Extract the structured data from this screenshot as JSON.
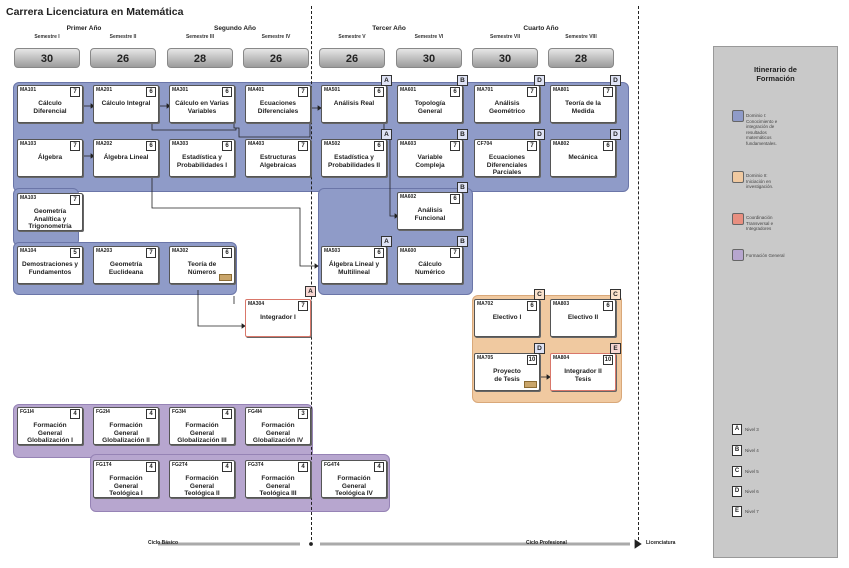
{
  "title": "Carrera Licenciatura en Matemática",
  "years": [
    "Primer Año",
    "Segundo Año",
    "Tercer Año",
    "Cuarto Año"
  ],
  "semesters": [
    "Semestre I",
    "Semestre II",
    "Semestre III",
    "Semestre IV",
    "Semestre V",
    "Semestre VI",
    "Semestre VII",
    "Semestre VIII"
  ],
  "credits": [
    "30",
    "26",
    "28",
    "26",
    "26",
    "30",
    "30",
    "28"
  ],
  "courses": [
    {
      "code": "MA101",
      "num": "7",
      "name": "Cálculo\nDiferencial"
    },
    {
      "code": "MA103",
      "num": "7",
      "name": "Álgebra"
    },
    {
      "code": "MA103",
      "num": "7",
      "name": "Geometría\nAnalítica y\nTrigonometría"
    },
    {
      "code": "MA104",
      "num": "5",
      "name": "Demostraciones y\nFundamentos"
    },
    {
      "code": "MA201",
      "num": "6",
      "name": "Cálculo Integral"
    },
    {
      "code": "MA202",
      "num": "6",
      "name": "Álgebra Lineal"
    },
    {
      "code": "MA203",
      "num": "7",
      "name": "Geometría\nEuclideana"
    },
    {
      "code": "MA301",
      "num": "6",
      "name": "Cálculo en Varias\nVariables"
    },
    {
      "code": "MA303",
      "num": "6",
      "name": "Estadística y\nProbabilidades I"
    },
    {
      "code": "MA302",
      "num": "6",
      "name": "Teoría de\nNúmeros"
    },
    {
      "code": "MA401",
      "num": "7",
      "name": "Ecuaciones\nDiferenciales"
    },
    {
      "code": "MA403",
      "num": "7",
      "name": "Estructuras\nAlgebraicas"
    },
    {
      "code": "MA304",
      "num": "7",
      "name": "Integrador I"
    },
    {
      "code": "MA501",
      "num": "6",
      "name": "Análisis Real",
      "tag": "A"
    },
    {
      "code": "MA502",
      "num": "6",
      "name": "Estadística y\nProbabilidades II",
      "tag": "A"
    },
    {
      "code": "MA503",
      "num": "6",
      "name": "Álgebra Lineal y\nMultilineal",
      "tag": "A"
    },
    {
      "code": "MA601",
      "num": "6",
      "name": "Topología\nGeneral",
      "tag": "B"
    },
    {
      "code": "MA603",
      "num": "7",
      "name": "Variable\nCompleja",
      "tag": "B"
    },
    {
      "code": "MA602",
      "num": "6",
      "name": "Análisis\nFuncional",
      "tag": "B"
    },
    {
      "code": "MA600",
      "num": "7",
      "name": "Cálculo\nNumérico",
      "tag": "B"
    },
    {
      "code": "MA701",
      "num": "7",
      "name": "Análisis\nGeométrico",
      "tag": "D"
    },
    {
      "code": "CF704",
      "num": "7",
      "name": "Ecuaciones\nDiferenciales\nParciales",
      "tag": "D"
    },
    {
      "code": "MA801",
      "num": "7",
      "name": "Teoría de la\nMedida",
      "tag": "D"
    },
    {
      "code": "MA802",
      "num": "6",
      "name": "Mecánica",
      "tag": "D"
    },
    {
      "code": "MA702",
      "num": "6",
      "name": "Electivo I",
      "tag": "C"
    },
    {
      "code": "MA803",
      "num": "6",
      "name": "Electivo II",
      "tag": "C"
    },
    {
      "code": "MA705",
      "num": "10",
      "name": "Proyecto\nde Tesis",
      "tag": "D"
    },
    {
      "code": "MA804",
      "num": "10",
      "name": "Integrador II\nTesis",
      "tag": "E"
    },
    {
      "code": "FG1I4",
      "num": "4",
      "name": "Formación\nGeneral\nGlobalización I"
    },
    {
      "code": "FG2I4",
      "num": "4",
      "name": "Formación\nGeneral\nGlobalización II"
    },
    {
      "code": "FG3I4",
      "num": "4",
      "name": "Formación\nGeneral\nGlobalización III"
    },
    {
      "code": "FG4I4",
      "num": "3",
      "name": "Formación\nGeneral\nGlobalización IV"
    },
    {
      "code": "FG1T4",
      "num": "4",
      "name": "Formación\nGeneral\nTeológica I"
    },
    {
      "code": "FG2T4",
      "num": "4",
      "name": "Formación\nGeneral\nTeológica II"
    },
    {
      "code": "FG3T4",
      "num": "4",
      "name": "Formación\nGeneral\nTeológica III"
    },
    {
      "code": "FG4T4",
      "num": "4",
      "name": "Formación\nGeneral\nTeológica IV"
    }
  ],
  "legend": {
    "title": "Itinerario de\nFormación",
    "items": [
      {
        "color": "#8f9bc8",
        "text": "Dominio I:\nConocimiento e\nintegración de\nresultados\nmatemáticos\nfundamentales."
      },
      {
        "color": "#f0c9a0",
        "text": "Dominio II:\nIniciación en\ninvestigación."
      },
      {
        "color": "#e88f80",
        "text": "Coordinación\nTransversal e\nIntegradores"
      },
      {
        "color": "#b7a6cf",
        "text": "Formación General"
      }
    ],
    "levels": [
      {
        "letter": "A",
        "text": "Nivel 3"
      },
      {
        "letter": "B",
        "text": "Nivel 4"
      },
      {
        "letter": "C",
        "text": "Nivel 5"
      },
      {
        "letter": "D",
        "text": "Nivel 6"
      },
      {
        "letter": "E",
        "text": "Nivel 7"
      }
    ]
  },
  "footer": {
    "ciclo_basico": "Ciclo Básico",
    "ciclo_profesional": "Ciclo Profesional",
    "licenciatura": "Licenciatura"
  }
}
